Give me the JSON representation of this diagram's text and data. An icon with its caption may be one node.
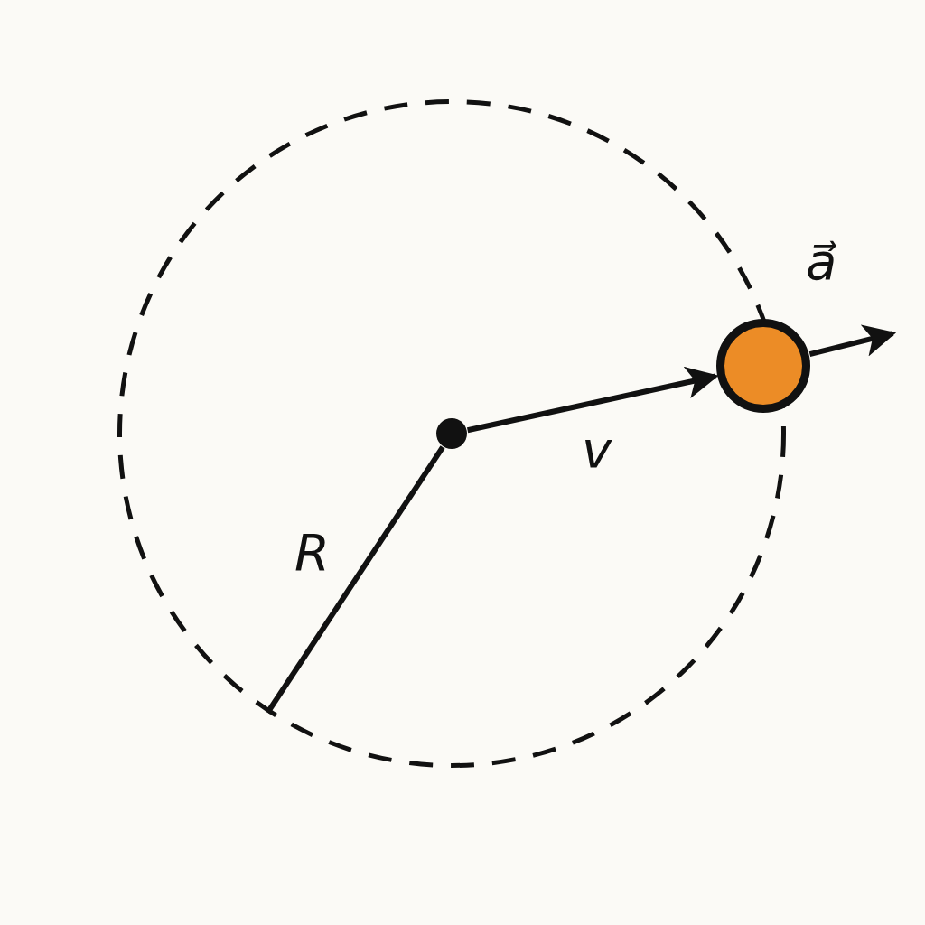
{
  "diagram": {
    "nodes": [
      {
        "text": [],
        "shape": "circle"
      },
      {
        "text": [],
        "shape": "circle",
        "in": 0
      },
      {
        "text": [],
        "shape": "circle"
      }
    ],
    "edges": [
      {
        "from": 1,
        "to": 2,
        "arrow": "to",
        "label": "v"
      },
      {
        "from": 1,
        "to": 0,
        "arrow": "none",
        "label": "R"
      },
      {
        "from": 2,
        "to": null,
        "arrow": "to",
        "label": "a⃗"
      }
    ]
  }
}
